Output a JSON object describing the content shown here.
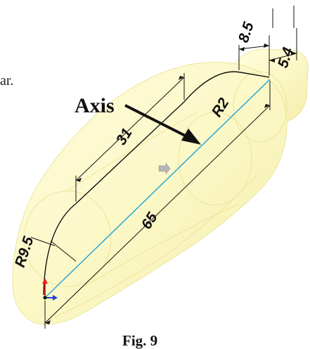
{
  "figure": {
    "caption": "Fig. 9",
    "callout_label": "Axis",
    "clipped_text_fragment": "ar.",
    "colors": {
      "body_fill": "#fbf8c8",
      "body_edge": "#ece59b",
      "axis_line": "#2aa8d8",
      "dimension_line": "#111111",
      "origin_x": "#e02020",
      "origin_y": "#2040d0"
    },
    "dimensions": {
      "dim_85": "8.5",
      "dim_54": "5.4",
      "dim_31": "31",
      "dim_65": "65",
      "dim_r2": "R2",
      "dim_r95": "R9.5"
    }
  }
}
